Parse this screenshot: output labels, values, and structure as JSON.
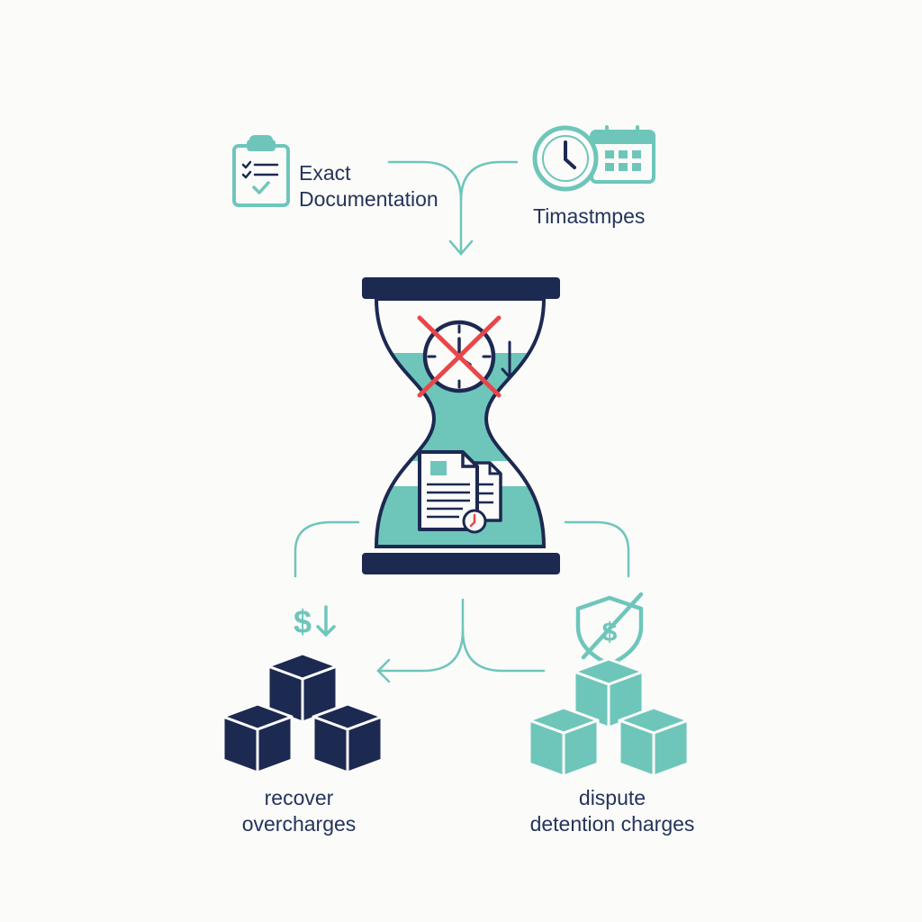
{
  "colors": {
    "navy": "#1c2951",
    "teal": "#6ec6ba",
    "teal_dark": "#5fb8ac",
    "red": "#e8474a",
    "text": "#24345a",
    "background": "#fbfbfa"
  },
  "inputs": {
    "documentation": {
      "icon": "clipboard-checklist-icon",
      "line1": "Exact",
      "line2": "Documentation"
    },
    "timestamps": {
      "icon": "clock-calendar-icon",
      "label": "Timastmpes"
    }
  },
  "center": {
    "icon": "hourglass-icon",
    "top_icon": "crossed-out-clock-icon",
    "bottom_icon": "documents-with-clock-icon"
  },
  "outcomes": {
    "recover": {
      "icon": "dollar-down-icon",
      "stack_icon": "navy-cubes-icon",
      "line1": "recover",
      "line2": "overcharges"
    },
    "dispute": {
      "icon": "shield-dollar-crossed-icon",
      "stack_icon": "teal-cubes-icon",
      "line1": "dispute",
      "line2": "detention charges"
    }
  }
}
